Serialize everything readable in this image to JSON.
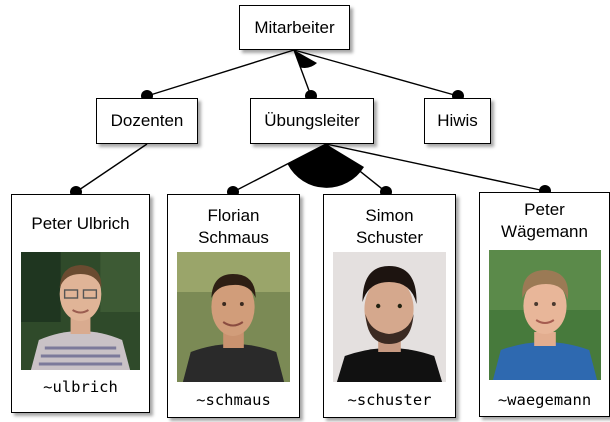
{
  "root": {
    "label": "Mitarbeiter"
  },
  "groups": [
    {
      "label": "Dozenten"
    },
    {
      "label": "Übungsleiter"
    },
    {
      "label": "Hiwis"
    }
  ],
  "people": [
    {
      "name_line1": "Peter Ulbrich",
      "name_line2": "",
      "login": "~ulbrich"
    },
    {
      "name_line1": "Florian",
      "name_line2": "Schmaus",
      "login": "~schmaus"
    },
    {
      "name_line1": "Simon",
      "name_line2": "Schuster",
      "login": "~schuster"
    },
    {
      "name_line1": "Peter",
      "name_line2": "Wägemann",
      "login": "~waegemann"
    }
  ],
  "colors": {
    "line": "#000000",
    "shadow": "#888888"
  }
}
